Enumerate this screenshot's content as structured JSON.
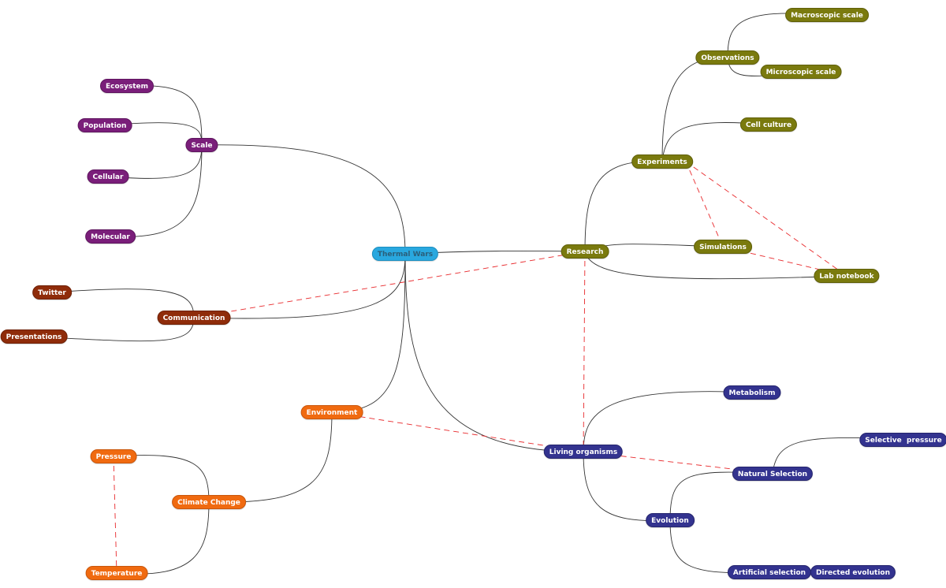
{
  "colors": {
    "root": "#29a8df",
    "scale_group": "#7a1e7a",
    "communication_group": "#8f2c0a",
    "environment_group": "#f06a10",
    "research_group": "#7a7a0e",
    "living_group": "#33338f",
    "cross_link": "#e8282b",
    "tree_link": "#333333"
  },
  "nodes": {
    "thermal_wars": "Thermal Wars",
    "scale": "Scale",
    "ecosystem": "Ecosystem",
    "population": "Population",
    "cellular": "Cellular",
    "molecular": "Molecular",
    "communication": "Communication",
    "twitter": "Twitter",
    "presentations": "Presentations",
    "environment": "Environment",
    "climate_change": "Climate Change",
    "pressure": "Pressure",
    "temperature": "Temperature",
    "research": "Research",
    "experiments": "Experiments",
    "observations": "Observations",
    "macroscopic_scale": "Macroscopic scale",
    "microscopic_scale": "Microscopic scale",
    "cell_culture": "Cell culture",
    "simulations": "Simulations",
    "lab_notebook": "Lab notebook",
    "living_organisms": "Living organisms",
    "metabolism": "Metabolism",
    "natural_selection": "Natural Selection",
    "selective_pressure": "Selective  pressure",
    "evolution": "Evolution",
    "artificial_selection": "Artificial selection",
    "directed_evolution": "Directed evolution"
  }
}
